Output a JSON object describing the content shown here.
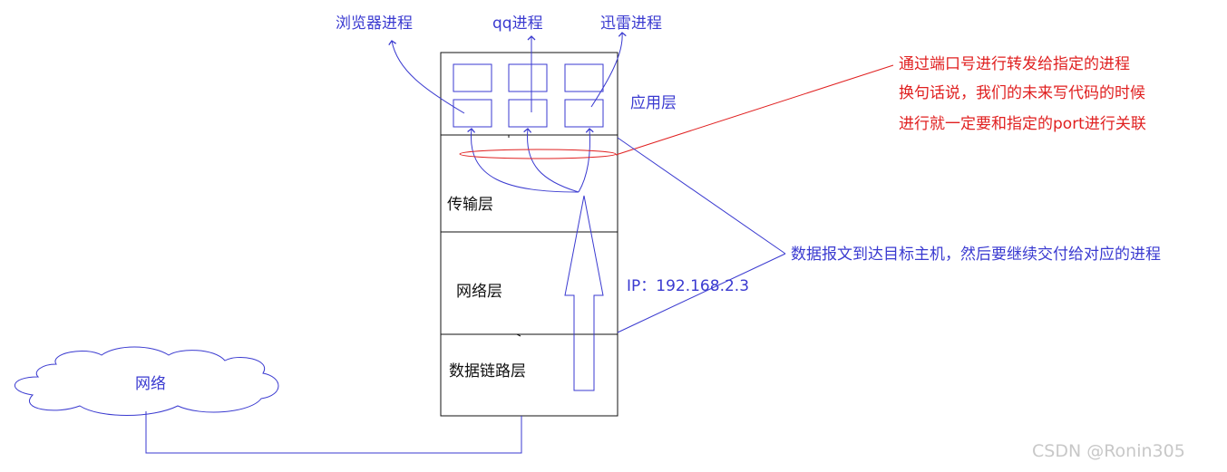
{
  "processes": {
    "browser": "浏览器进程",
    "qq": "qq进程",
    "xunlei": "迅雷进程"
  },
  "layers": {
    "application": "应用层",
    "transport": "传输层",
    "network": "网络层",
    "datalink": "数据链路层"
  },
  "network_cloud": "网络",
  "ip_label": "IP：192.168.2.3",
  "annotations": {
    "red_line1": "通过端口号进行转发给指定的进程",
    "red_line2": "换句话说，我们的未来写代码的时候",
    "red_line3": "进行就一定要和指定的port进行关联",
    "blue_note": "数据报文到达目标主机，然后要继续交付给对应的进程"
  },
  "watermark": "CSDN @Ronin305",
  "colors": {
    "blue": "#3a3ad0",
    "red": "#e02020",
    "black": "#111111",
    "watermark": "#c8c8c8"
  }
}
